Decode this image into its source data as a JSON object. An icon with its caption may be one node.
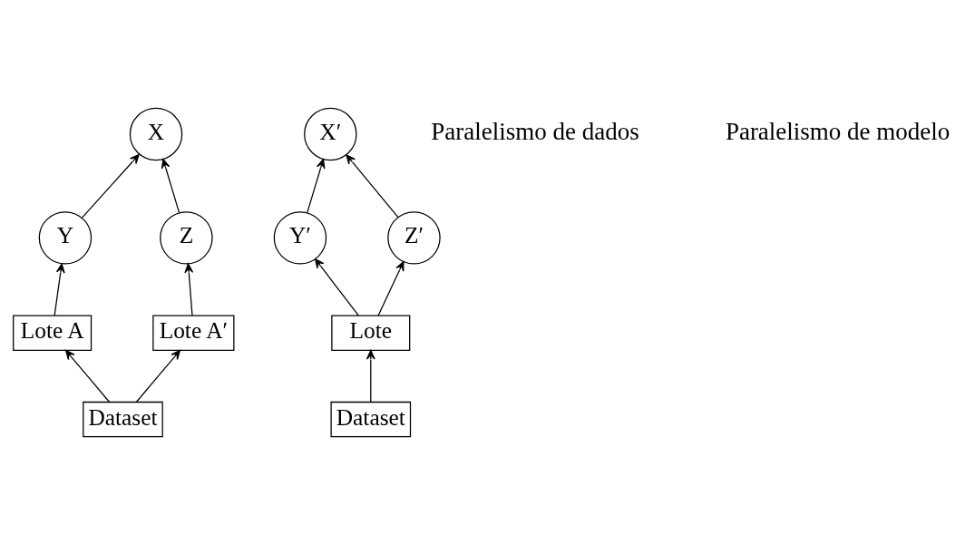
{
  "diagram": {
    "nodes": [
      {
        "text": [
          "X"
        ]
      },
      {
        "text": [
          "Y"
        ]
      },
      {
        "text": [
          "Z"
        ]
      },
      {
        "text": [
          "Lote A"
        ]
      },
      {
        "text": [
          "Lote A′"
        ]
      },
      {
        "text": [
          "Dataset"
        ]
      },
      {
        "text": [
          "X′"
        ]
      },
      {
        "text": [
          "Y′"
        ]
      },
      {
        "text": [
          "Z′"
        ]
      },
      {
        "text": [
          "Lote"
        ]
      },
      {
        "text": [
          "Dataset"
        ]
      }
    ],
    "edges": [
      {
        "from": 1,
        "to": 0,
        "arrow": "to"
      },
      {
        "from": 2,
        "to": 0,
        "arrow": "to"
      },
      {
        "from": 3,
        "to": 1,
        "arrow": "to"
      },
      {
        "from": 4,
        "to": 2,
        "arrow": "to"
      },
      {
        "from": 5,
        "to": 3,
        "arrow": "to"
      },
      {
        "from": 5,
        "to": 4,
        "arrow": "to"
      },
      {
        "from": 7,
        "to": 6,
        "arrow": "to"
      },
      {
        "from": 8,
        "to": 6,
        "arrow": "to"
      },
      {
        "from": 9,
        "to": 7,
        "arrow": "to"
      },
      {
        "from": 9,
        "to": 8,
        "arrow": "to"
      },
      {
        "from": 10,
        "to": 9,
        "arrow": "to"
      }
    ],
    "labels": [
      "Paralelismo de dados",
      "Paralelismo de modelo"
    ]
  }
}
